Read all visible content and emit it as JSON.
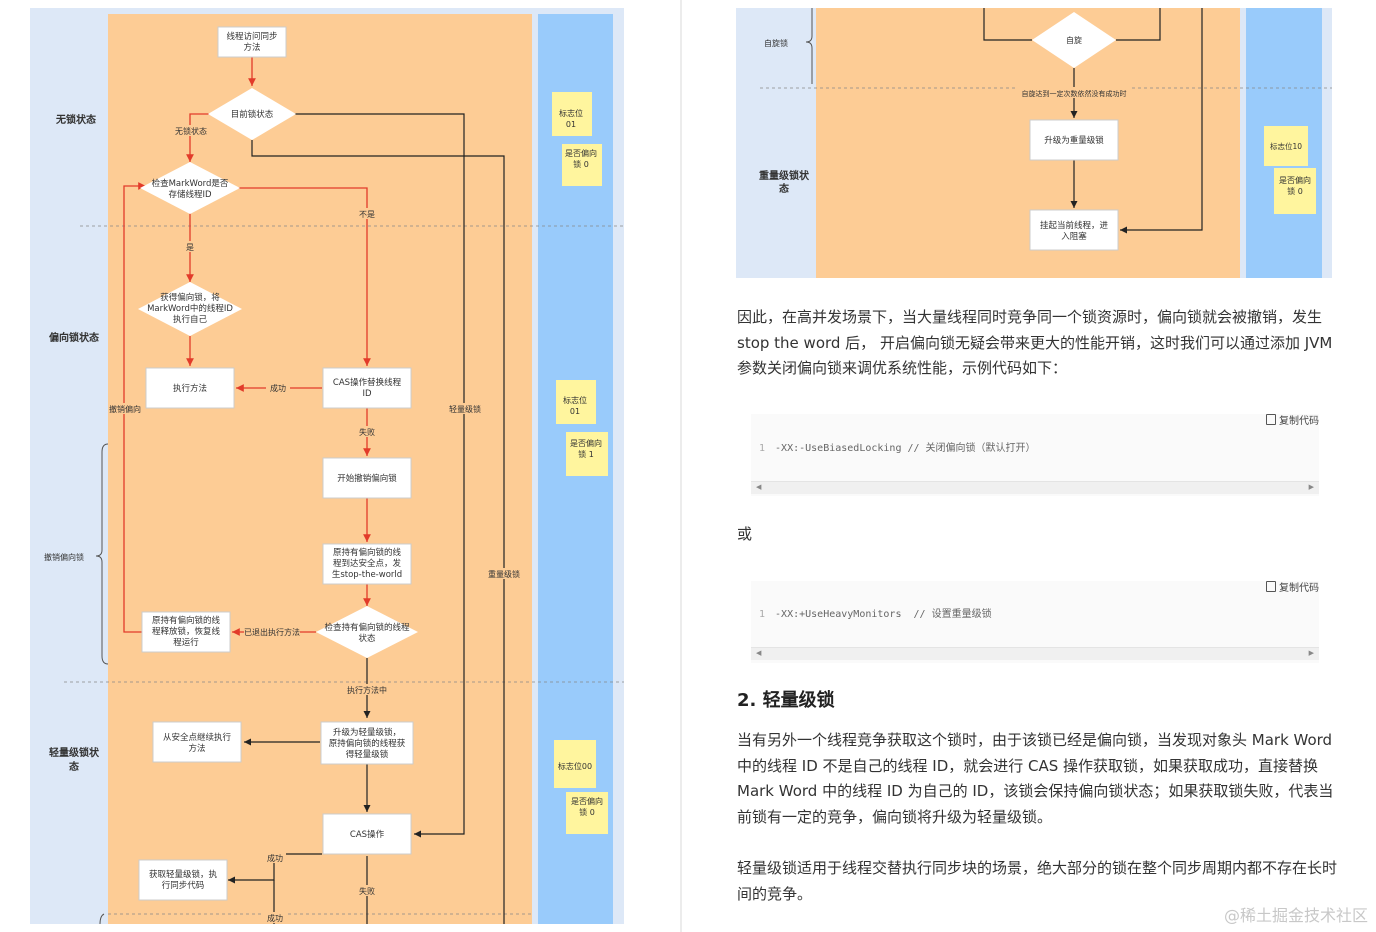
{
  "left_diagram": {
    "states": {
      "unlocked": "无锁状态",
      "biased": "偏向锁状态",
      "revoke": "撤销偏向锁",
      "lightweight": "轻量级锁状",
      "lightweight_2": "态"
    },
    "nodes": {
      "start": [
        "线程访问同步",
        "方法"
      ],
      "current_state": "目前锁状态",
      "check_markword": [
        "检查MarkWord是否",
        "存储线程ID"
      ],
      "acquire_biased": [
        "获得偏向锁，将",
        "MarkWord中的线程ID",
        "执行自己"
      ],
      "exec_method": "执行方法",
      "cas_replace": [
        "CAS操作替换线程",
        "ID"
      ],
      "start_revoke": "开始撤销偏向锁",
      "stop_the_world": [
        "原持有偏向锁的线",
        "程到达安全点，发",
        "生stop-the-world"
      ],
      "check_holder": [
        "检查持有偏向锁的线程",
        "状态"
      ],
      "resume_holder": [
        "原持有偏向锁的线",
        "程释放锁，恢复线",
        "程运行"
      ],
      "continue_safe": [
        "从安全点继续执行",
        "方法"
      ],
      "upgrade_light": [
        "升级为轻量级锁，",
        "原持偏向锁的线程获",
        "得轻量级锁"
      ],
      "cas_op": "CAS操作",
      "acquire_light": [
        "获取轻量级锁，执",
        "行同步代码"
      ]
    },
    "edge_labels": {
      "unlocked": "无锁状态",
      "not_self": "不是",
      "yes": "是",
      "success": "成功",
      "fail": "失败",
      "exited": "已退出执行方法",
      "executing": "执行方法中",
      "revoke_bias": "撤销偏向",
      "lightweight": "轻量级锁",
      "heavyweight": "重量级锁",
      "success2": "成功",
      "fail2": "失败",
      "success3": "成功"
    },
    "notes": [
      {
        "flag": [
          "标志位",
          "01"
        ],
        "bias": [
          "是否偏向",
          "锁 0"
        ]
      },
      {
        "flag": [
          "标志位",
          "01"
        ],
        "bias": [
          "是否偏向",
          "锁 1"
        ]
      },
      {
        "flag": [
          "标志位00"
        ],
        "bias": [
          "是否偏向",
          "锁 0"
        ]
      }
    ]
  },
  "right_diagram": {
    "states": {
      "spin": "自旋锁",
      "heavy": [
        "重量级锁状",
        "态"
      ]
    },
    "nodes": {
      "spin": "自旋",
      "upgrade_heavy": "升级为重量级锁",
      "suspend": [
        "挂起当前线程，进",
        "入阻塞"
      ]
    },
    "edge_labels": {
      "spin_limit": "自旋达到一定次数依然没有成功时"
    },
    "note": {
      "flag": "标志位10",
      "bias": [
        "是否偏向",
        "锁 0"
      ]
    }
  },
  "article": {
    "para1": "因此，在高并发场景下，当大量线程同时竞争同一个锁资源时，偏向锁就会被撤销，发生stop the word 后， 开启偏向锁无疑会带来更大的性能开销，这时我们可以通过添加 JVM 参数关闭偏向锁来调优系统性能，示例代码如下：",
    "copy_label": "复制代码",
    "code1_line_no": "1",
    "code1": "-XX:-UseBiasedLocking // 关闭偏向锁（默认打开）",
    "or_text": "或",
    "code2_line_no": "1",
    "code2": "-XX:+UseHeavyMonitors  // 设置重量级锁",
    "heading": "2. 轻量级锁",
    "para2": "当有另外一个线程竞争获取这个锁时，由于该锁已经是偏向锁，当发现对象头 Mark Word 中的线程 ID 不是自己的线程 ID，就会进行 CAS 操作获取锁，如果获取成功，直接替换 Mark Word 中的线程 ID 为自己的 ID，该锁会保持偏向锁状态；如果获取锁失败，代表当前锁有一定的竞争，偏向锁将升级为轻量级锁。",
    "para3": "轻量级锁适用于线程交替执行同步块的场景，绝大部分的锁在整个同步周期内都不存在长时间的竞争。"
  },
  "watermark": "@稀土掘金技术社区",
  "colors": {
    "orange": "#fdcc95",
    "blue": "#99cbfb",
    "lightblue": "#dde8f7",
    "note": "#fff59e",
    "red_arrow": "#e23b2a"
  }
}
